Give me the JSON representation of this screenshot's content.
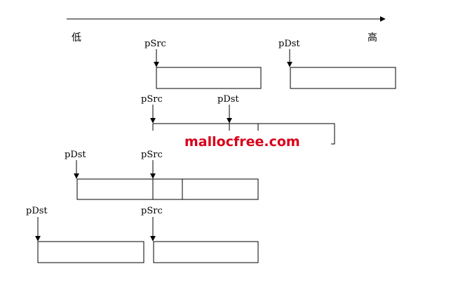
{
  "axis": {
    "low_label": "低",
    "high_label": "高"
  },
  "pointers": {
    "src": "pSrc",
    "dst": "pDst"
  },
  "watermark": {
    "text": "mallocfree.com",
    "color": "#d9001b"
  }
}
